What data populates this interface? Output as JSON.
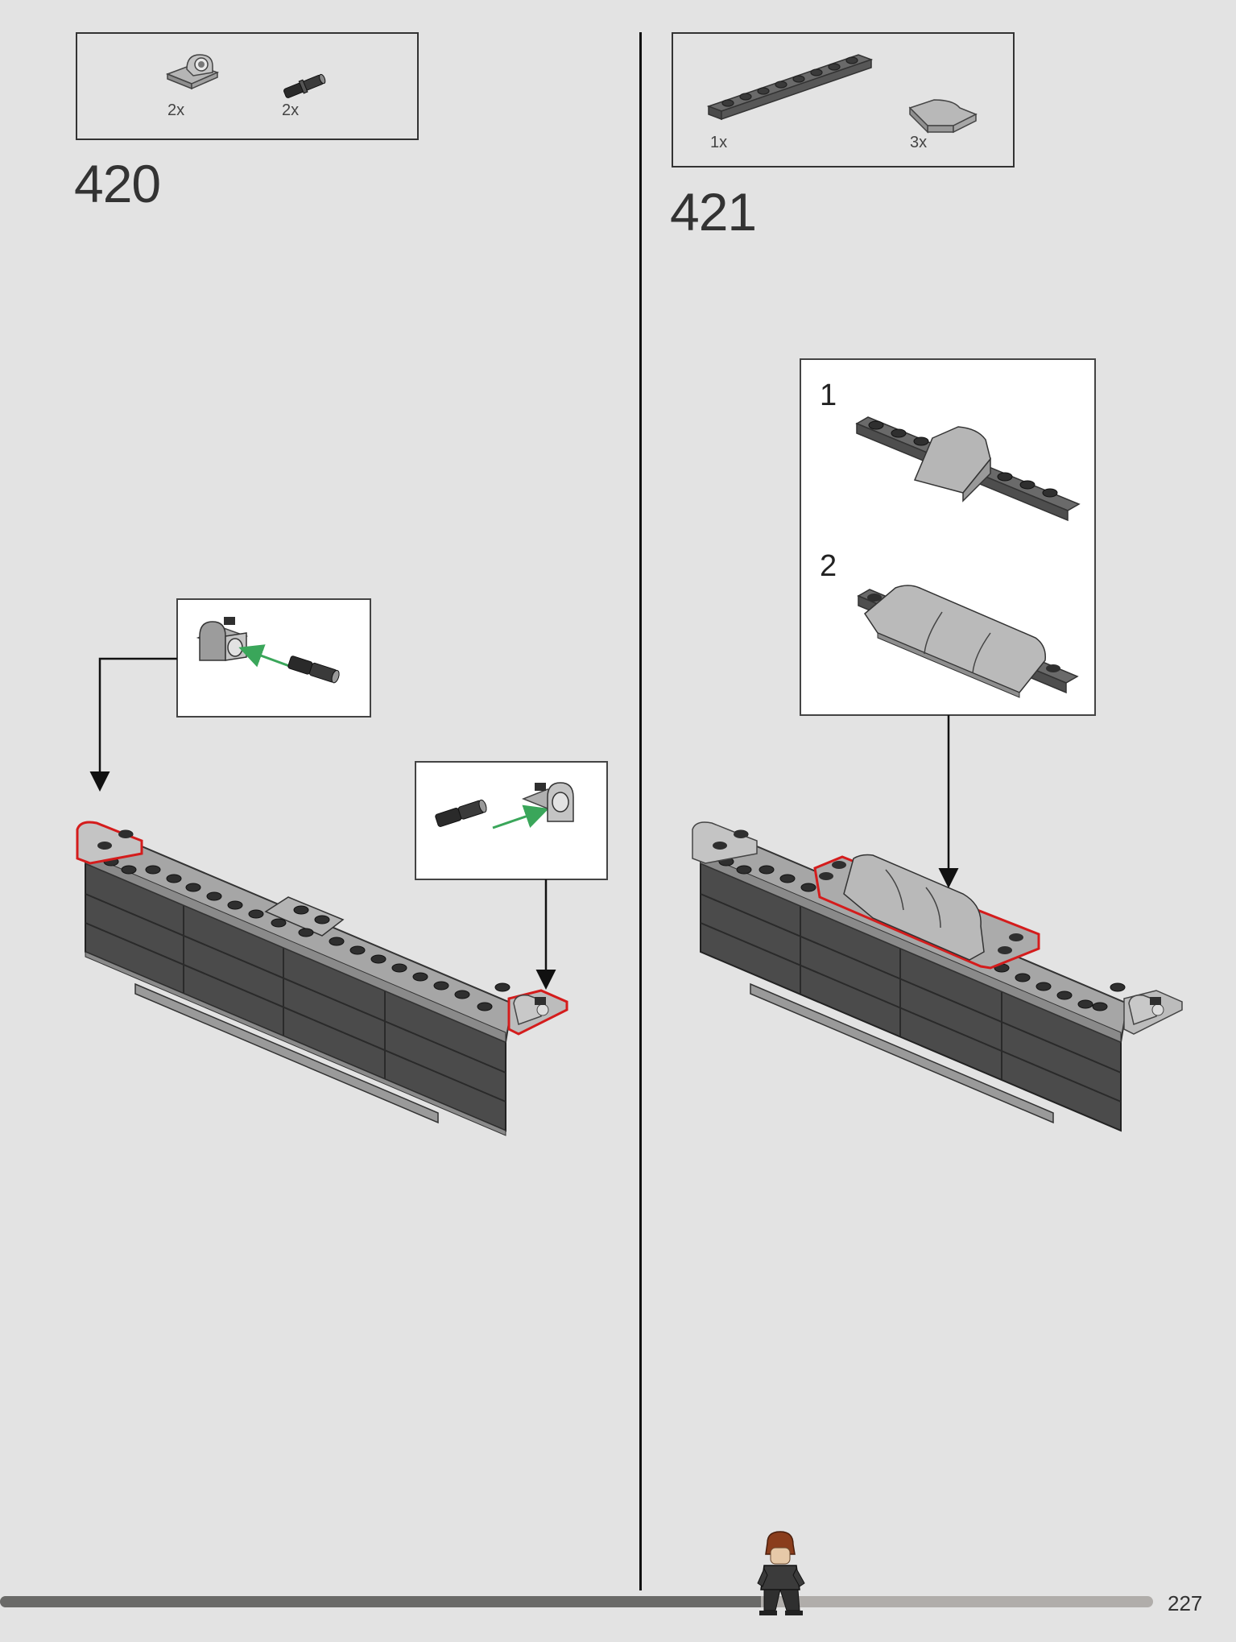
{
  "steps": [
    {
      "number": "420",
      "parts": [
        {
          "icon": "light-gray-pin-connector-plate-icon",
          "qty": "2x"
        },
        {
          "icon": "black-technic-axle-pin-icon",
          "qty": "2x"
        }
      ]
    },
    {
      "number": "421",
      "parts": [
        {
          "icon": "dark-gray-plate-1x8-icon",
          "qty": "1x"
        },
        {
          "icon": "light-gray-curved-slope-icon",
          "qty": "3x"
        }
      ],
      "substeps": [
        "1",
        "2"
      ]
    }
  ],
  "footer": {
    "page_number": "227",
    "progress": 0.66
  },
  "colors": {
    "background": "#e3e3e3",
    "highlight": "#d41c1c",
    "arrow_green": "#3aa65a",
    "progress_fill": "#6a6a68",
    "progress_track": "#b0adaa"
  }
}
